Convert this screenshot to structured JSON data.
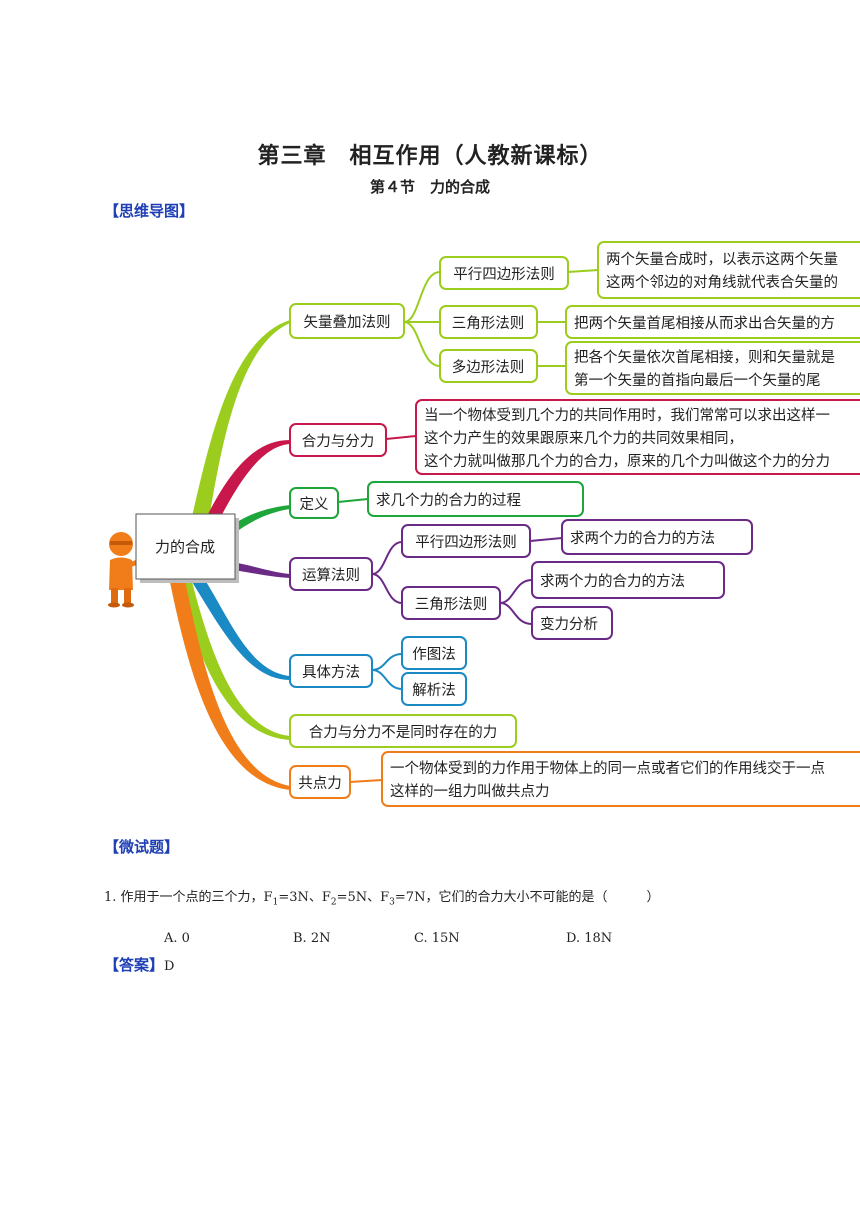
{
  "header": {
    "title": "第三章　相互作用（人教新课标）",
    "subtitle": "第４节　力的合成"
  },
  "sections": {
    "mindmap_label": "【思维导图】",
    "test_label": "【微试题】",
    "answer_label": "【答案】"
  },
  "mindmap": {
    "center": "力的合成",
    "branches": {
      "vector": {
        "label": "矢量叠加法则",
        "color": "#9acd1e",
        "children": [
          {
            "label": "平行四边形法则",
            "desc": [
              "两个矢量合成时，以表示这两个矢量",
              "这两个邻边的对角线就代表合矢量的"
            ]
          },
          {
            "label": "三角形法则",
            "desc": [
              "把两个矢量首尾相接从而求出合矢量的方"
            ]
          },
          {
            "label": "多边形法则",
            "desc": [
              "把各个矢量依次首尾相接，则和矢量就是",
              "第一个矢量的首指向最后一个矢量的尾"
            ]
          }
        ]
      },
      "resultant": {
        "label": "合力与分力",
        "color": "#c8174a",
        "desc": [
          "当一个物体受到几个力的共同作用时，我们常常可以求出这样一",
          "这个力产生的效果跟原来几个力的共同效果相同，",
          "这个力就叫做那几个力的合力，原来的几个力叫做这个力的分力"
        ]
      },
      "definition": {
        "label": "定义",
        "color": "#1fa63a",
        "desc": "求几个力的合力的过程"
      },
      "rules": {
        "label": "运算法则",
        "color": "#6a2a86",
        "children": [
          {
            "label": "平行四边形法则",
            "desc": [
              "求两个力的合力的方法"
            ]
          },
          {
            "label": "三角形法则",
            "desc": [
              "求两个力的合力的方法",
              "变力分析"
            ]
          }
        ]
      },
      "methods": {
        "label": "具体方法",
        "color": "#1a8ac4",
        "children": [
          "作图法",
          "解析法"
        ]
      },
      "notsim": {
        "label": "合力与分力不是同时存在的力",
        "color": "#9acd1e"
      },
      "concurrent": {
        "label": "共点力",
        "color": "#f07d1a",
        "desc": [
          "一个物体受到的力作用于物体上的同一点或者它们的作用线交于一点",
          "这样的一组力叫做共点力"
        ]
      }
    }
  },
  "question": {
    "number": "1.",
    "text_before": "作用于一个点的三个力，F",
    "forces": [
      {
        "sub": "1",
        "value": "=3N、F"
      },
      {
        "sub": "2",
        "value": "=5N、F"
      },
      {
        "sub": "3",
        "value": "=7N，它们的合力大小不可能的是（　　　）"
      }
    ],
    "options": [
      "A. 0",
      "B. 2N",
      "C. 15N",
      "D. 18N"
    ],
    "answer": "D"
  }
}
